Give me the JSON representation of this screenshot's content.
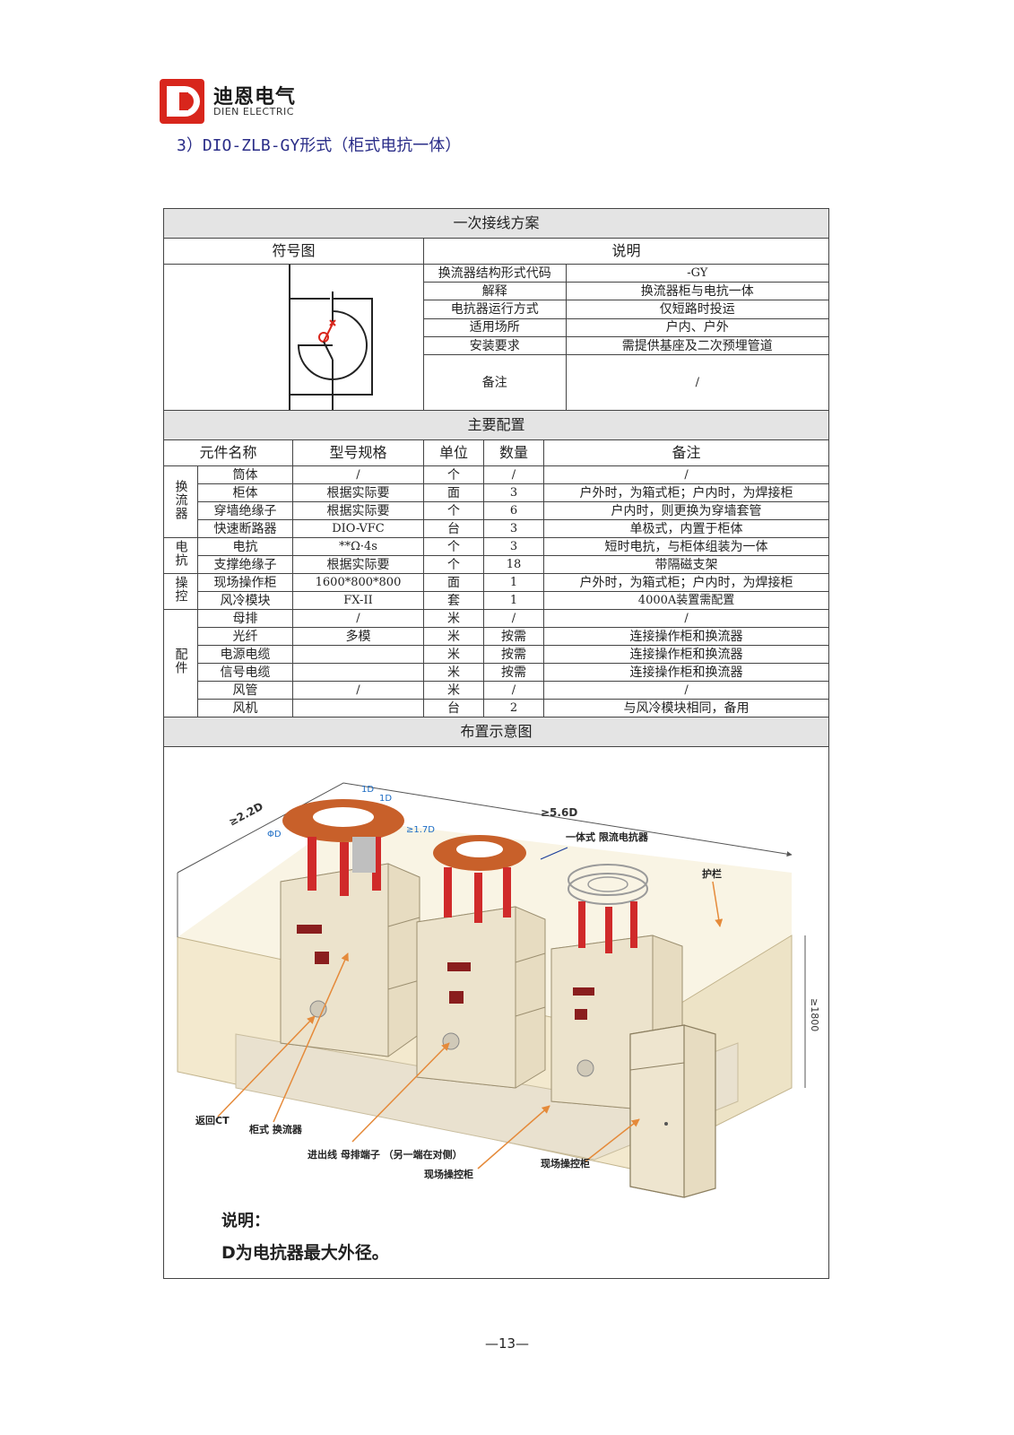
{
  "brand": {
    "cn": "迪恩电气",
    "en": "DIEN ELECTRIC"
  },
  "subtitle": "3）DIO-ZLB-GY形式（柜式电抗一体）",
  "section1": {
    "title": "一次接线方案",
    "col_left": "符号图",
    "col_right": "说明",
    "rows": [
      {
        "k": "换流器结构形式代码",
        "v": "-GY"
      },
      {
        "k": "解释",
        "v": "换流器柜与电抗一体"
      },
      {
        "k": "电抗器运行方式",
        "v": "仅短路时投运"
      },
      {
        "k": "适用场所",
        "v": "户内、户外"
      },
      {
        "k": "安装要求",
        "v": "需提供基座及二次预埋管道"
      },
      {
        "k": "备注",
        "v": "/"
      }
    ]
  },
  "section2": {
    "title": "主要配置",
    "headers": [
      "元件名称",
      "型号规格",
      "单位",
      "数量",
      "备注"
    ],
    "groups": [
      {
        "name": "换流器",
        "rows": [
          {
            "n": "筒体",
            "spec": "/",
            "u": "个",
            "q": "/",
            "r": "/"
          },
          {
            "n": "柜体",
            "spec": "根据实际要",
            "u": "面",
            "q": "3",
            "r": "户外时，为箱式柜；户内时，为焊接柜"
          },
          {
            "n": "穿墙绝缘子",
            "spec": "根据实际要",
            "u": "个",
            "q": "6",
            "r": "户内时，则更换为穿墙套管"
          },
          {
            "n": "快速断路器",
            "spec": "DIO-VFC",
            "u": "台",
            "q": "3",
            "r": "单极式，内置于柜体"
          }
        ]
      },
      {
        "name": "电抗",
        "rows": [
          {
            "n": "电抗",
            "spec": "**Ω·4s",
            "u": "个",
            "q": "3",
            "r": "短时电抗，与柜体组装为一体"
          },
          {
            "n": "支撑绝缘子",
            "spec": "根据实际要",
            "u": "个",
            "q": "18",
            "r": "带隔磁支架"
          }
        ]
      },
      {
        "name": "操控",
        "rows": [
          {
            "n": "现场操作柜",
            "spec": "1600*800*800",
            "u": "面",
            "q": "1",
            "r": "户外时，为箱式柜；户内时，为焊接柜"
          },
          {
            "n": "风冷模块",
            "spec": "FX-II",
            "u": "套",
            "q": "1",
            "r": "4000A装置需配置"
          }
        ]
      },
      {
        "name": "配件",
        "rows": [
          {
            "n": "母排",
            "spec": "/",
            "u": "米",
            "q": "/",
            "r": "/"
          },
          {
            "n": "光纤",
            "spec": "多模",
            "u": "米",
            "q": "按需",
            "r": "连接操作柜和换流器"
          },
          {
            "n": "电源电缆",
            "spec": "",
            "u": "米",
            "q": "按需",
            "r": "连接操作柜和换流器"
          },
          {
            "n": "信号电缆",
            "spec": "",
            "u": "米",
            "q": "按需",
            "r": "连接操作柜和换流器"
          },
          {
            "n": "风管",
            "spec": "/",
            "u": "米",
            "q": "/",
            "r": "/"
          },
          {
            "n": "风机",
            "spec": "",
            "u": "台",
            "q": "2",
            "r": "与风冷模块相同，备用"
          }
        ]
      }
    ]
  },
  "section3": {
    "title": "布置示意图",
    "labels": {
      "dim_22d": "≥2.2D",
      "dim_56d": "≥5.6D",
      "dim_17d": "≥1.7D",
      "dim_d1": "1D",
      "dim_d2": "1D",
      "dim_phi": "ΦD",
      "dim_1800": "≥1800",
      "integrated_reactor": "一体式\n限流电抗器",
      "fence": "护栏",
      "return_ct": "返回CT",
      "cabinet_converter": "柜式\n换流器",
      "busbar_terminal": "进出线\n母排端子\n（另一端在对侧）",
      "control_cabinet_1": "现场操控柜",
      "control_cabinet_2": "现场操控柜"
    },
    "note_title": "说明：",
    "note_text": "D为电抗器最大外径。"
  },
  "page_number": "—13—",
  "colors": {
    "brand_red": "#d8261c",
    "subtitle_blue": "#2a2d88",
    "header_gray": "#e4e4e4",
    "reactor_copper": "#c8602a",
    "insulator_red": "#d02a2a",
    "cabinet_beige": "#e7dcc1",
    "fence_tint": "#f3ead0"
  }
}
